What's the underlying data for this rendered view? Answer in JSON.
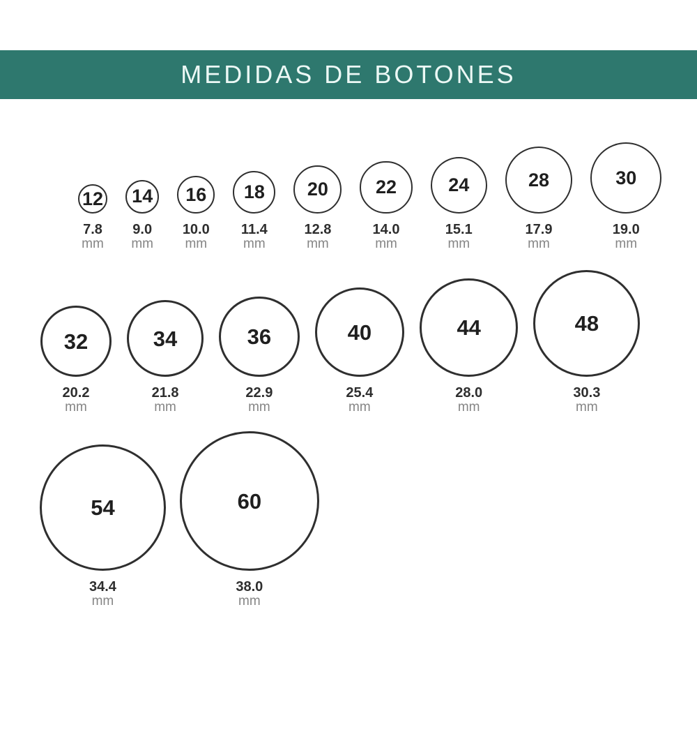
{
  "header": {
    "title": "MEDIDAS DE BOTONES"
  },
  "colors": {
    "header_bg": "#2e786e",
    "header_text": "#ecf8f5",
    "circle_stroke": "#2f2f2f",
    "number_text": "#1f1f1f",
    "value_text": "#2e2e2e",
    "unit_text": "#858585",
    "background": "#ffffff"
  },
  "chart": {
    "unit": "mm",
    "rows": [
      {
        "buttons": [
          {
            "size": "12",
            "mm": "7.8"
          },
          {
            "size": "14",
            "mm": "9.0"
          },
          {
            "size": "16",
            "mm": "10.0"
          },
          {
            "size": "18",
            "mm": "11.4"
          },
          {
            "size": "20",
            "mm": "12.8"
          },
          {
            "size": "22",
            "mm": "14.0"
          },
          {
            "size": "24",
            "mm": "15.1"
          },
          {
            "size": "28",
            "mm": "17.9"
          },
          {
            "size": "30",
            "mm": "19.0"
          }
        ]
      },
      {
        "buttons": [
          {
            "size": "32",
            "mm": "20.2"
          },
          {
            "size": "34",
            "mm": "21.8"
          },
          {
            "size": "36",
            "mm": "22.9"
          },
          {
            "size": "40",
            "mm": "25.4"
          },
          {
            "size": "44",
            "mm": "28.0"
          },
          {
            "size": "48",
            "mm": "30.3"
          }
        ]
      },
      {
        "buttons": [
          {
            "size": "54",
            "mm": "34.4"
          },
          {
            "size": "60",
            "mm": "38.0"
          }
        ]
      }
    ]
  }
}
